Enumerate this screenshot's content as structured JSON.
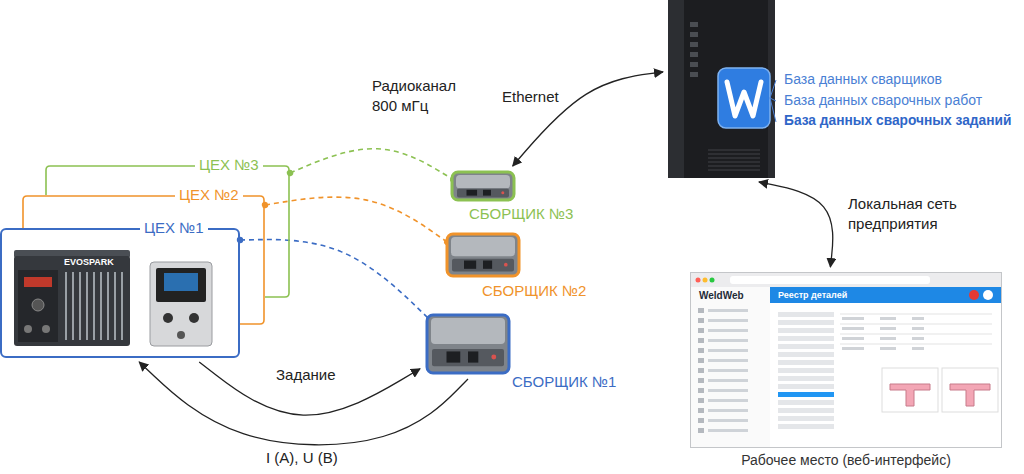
{
  "diagram": {
    "nodes": [
      {
        "text": [
          "ЦЕХ №3"
        ]
      },
      {
        "text": [
          "ЦЕХ №2"
        ]
      },
      {
        "text": [
          "ЦЕХ №1"
        ]
      },
      {
        "text": [
          "СБОРЩИК №3"
        ]
      },
      {
        "text": [
          "СБОРЩИК №2"
        ]
      },
      {
        "text": [
          "СБОРЩИК №1"
        ]
      },
      {
        "text": [
          "База данных сварщиков",
          "База данных сварочных работ",
          "База данных сварочных заданий"
        ]
      },
      {
        "text": [
          "Рабочее место (веб-интерфейс)"
        ]
      }
    ],
    "edges": [
      {
        "from": 0,
        "to": 3,
        "arrow": "none",
        "label": "Радиоканал 800 мГц"
      },
      {
        "from": 1,
        "to": 4,
        "arrow": "none"
      },
      {
        "from": 2,
        "to": 5,
        "arrow": "none"
      },
      {
        "from": 6,
        "to": 3,
        "arrow": "both",
        "label": "Ethernet"
      },
      {
        "from": 6,
        "to": 7,
        "arrow": "both",
        "label": "Локальная сеть предприятия"
      },
      {
        "from": 2,
        "to": 5,
        "arrow": "to",
        "label": "Задание"
      },
      {
        "from": 5,
        "to": 2,
        "arrow": "to",
        "label": "I (A), U (B)"
      }
    ],
    "labels": [
      "EVOSPARK",
      "WeldWeb",
      "Реестр деталей"
    ]
  }
}
